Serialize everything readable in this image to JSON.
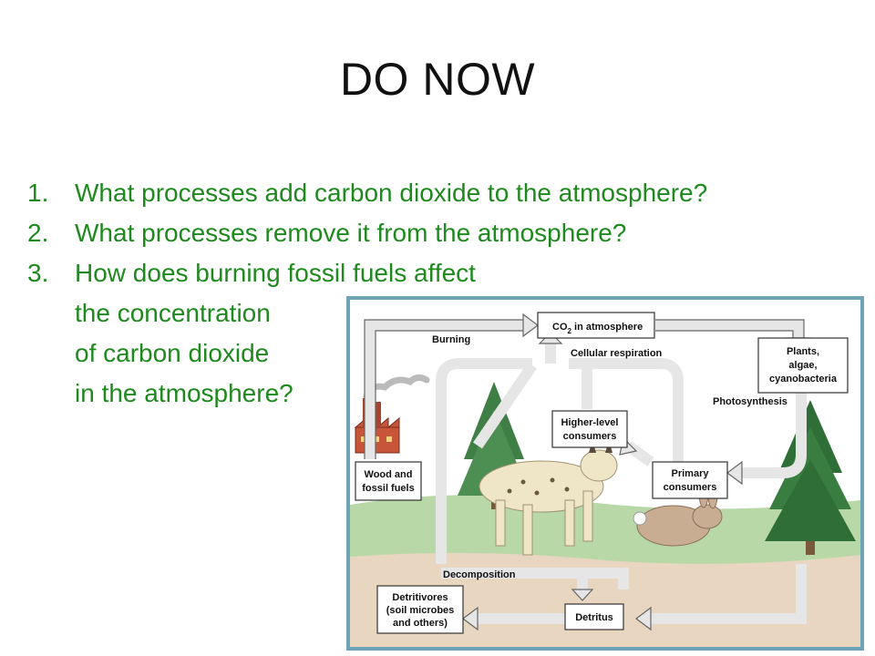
{
  "slide": {
    "title": "DO NOW",
    "questions": [
      {
        "number": "1.",
        "lines": [
          "What processes add carbon dioxide to the atmosphere?"
        ]
      },
      {
        "number": "2.",
        "lines": [
          "What processes remove it from the atmosphere?"
        ]
      },
      {
        "number": "3.",
        "lines": [
          "How does burning fossil fuels affect",
          "the concentration",
          "of carbon dioxide",
          "in the atmosphere?"
        ]
      }
    ]
  },
  "diagram": {
    "co2_box": {
      "prefix": "CO",
      "subscript": "2",
      "suffix": " in atmosphere"
    },
    "labels": {
      "burning": "Burning",
      "cellular_respiration": "Cellular respiration",
      "photosynthesis": "Photosynthesis",
      "decomposition": "Decomposition"
    },
    "boxes": {
      "plants": [
        "Plants,",
        "algae,",
        "cyanobacteria"
      ],
      "higher_consumers": [
        "Higher-level",
        "consumers"
      ],
      "primary_consumers": [
        "Primary",
        "consumers"
      ],
      "wood_fossil": [
        "Wood and",
        "fossil fuels"
      ],
      "detritivores": [
        "Detritivores",
        "(soil microbes",
        "and others)"
      ],
      "detritus": [
        "Detritus"
      ]
    },
    "colors": {
      "border": "#6fa3b8",
      "sky": "#ffffff",
      "grass": "#b8d8a8",
      "soil": "#e9d6c0",
      "arrow_fill": "#e6e6e6",
      "arrow_stroke": "#666666",
      "question_text": "#1e8a1e"
    }
  }
}
